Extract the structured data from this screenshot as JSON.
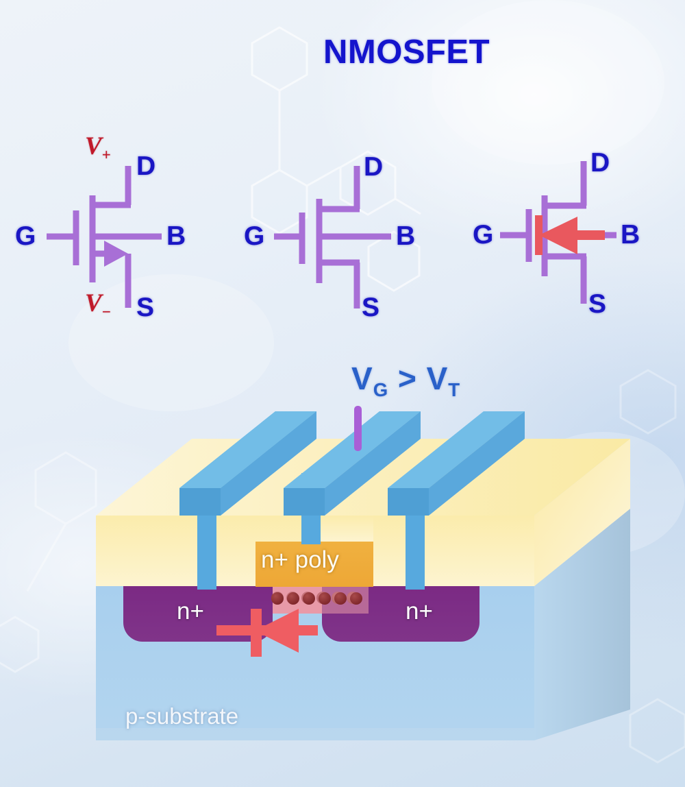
{
  "page": {
    "title": "NMOSFET",
    "background": "#e4edf7",
    "accent_blue": "#1414cd",
    "symbol_purple": "#a86fd6",
    "red": "#c0192a",
    "diode_red": "#e9585e"
  },
  "symbols": [
    {
      "id": "symbol-biased",
      "terminals": {
        "drain": "D",
        "gate": "G",
        "bulk": "B",
        "source": "S"
      },
      "annotations": {
        "top": "V",
        "top_sub": "+",
        "bottom": "V",
        "bottom_sub": "−"
      },
      "arrow": "purple-arrow-right",
      "has_diode": false
    },
    {
      "id": "symbol-plain",
      "terminals": {
        "drain": "D",
        "gate": "G",
        "bulk": "B",
        "source": "S"
      },
      "annotations": {},
      "arrow": "none",
      "has_diode": false
    },
    {
      "id": "symbol-body-diode",
      "terminals": {
        "drain": "D",
        "gate": "G",
        "bulk": "B",
        "source": "S"
      },
      "annotations": {},
      "arrow": "red-diode-left",
      "has_diode": true
    }
  ],
  "condition": {
    "v_gate": "V",
    "v_gate_sub": "G",
    "operator": ">",
    "v_thresh": "V",
    "v_thresh_sub": "T",
    "full_text": "VG > VT"
  },
  "cross_section": {
    "poly_label": "n+ poly",
    "source_label": "n+",
    "drain_label": "n+",
    "substrate_label": "p-substrate",
    "channel_carriers": 6,
    "metal_lines": 3,
    "contacts": 3,
    "colors": {
      "metal": "#62b4e3",
      "oxide": "#fbeeb4",
      "poly": "#efae3c",
      "nplus": "#7c2b84",
      "substrate": "#a6cdec",
      "channel": "#e89aa8",
      "carrier": "#8c2f34"
    }
  },
  "decor": {
    "hex_pattern": "hexagon-molecule-chain"
  }
}
